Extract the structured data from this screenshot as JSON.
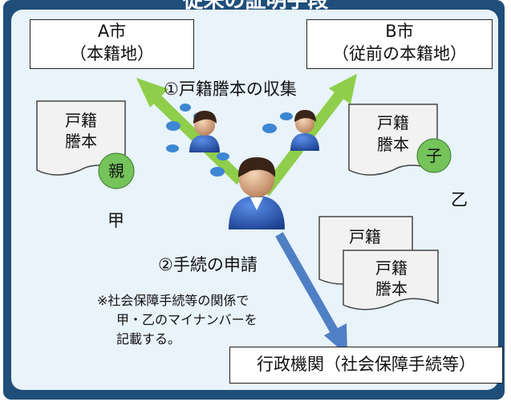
{
  "header": {
    "title": "従来の証明手段"
  },
  "city_a": {
    "line1": "A市",
    "line2": "（本籍地）"
  },
  "city_b": {
    "line1": "B市",
    "line2": "（従前の本籍地）"
  },
  "step1": {
    "label": "①戸籍謄本の収集"
  },
  "step2": {
    "label": "②手続の申請"
  },
  "doc_left": {
    "line1": "戸籍",
    "line2": "謄本",
    "badge": "親"
  },
  "doc_right": {
    "line1": "戸籍",
    "line2": "謄本",
    "badge": "子"
  },
  "doc_bottom_back": {
    "line1": "戸籍"
  },
  "doc_bottom_front": {
    "line1": "戸籍",
    "line2": "謄本"
  },
  "person_labels": {
    "parent": "甲",
    "child": "乙"
  },
  "note": {
    "line1": "※社会保障手続等の関係で",
    "line2": "甲・乙のマイナンバーを",
    "line3": "記載する。"
  },
  "agency": {
    "label": "行政機関（社会保障手続等）"
  },
  "colors": {
    "frame": "#1f4e79",
    "panel": "#e8f3fa",
    "green_arrow": "#8fce4a",
    "blue_arrow": "#4f7fc4",
    "badge": "#74c35b",
    "bubble": "#3d86d4"
  }
}
